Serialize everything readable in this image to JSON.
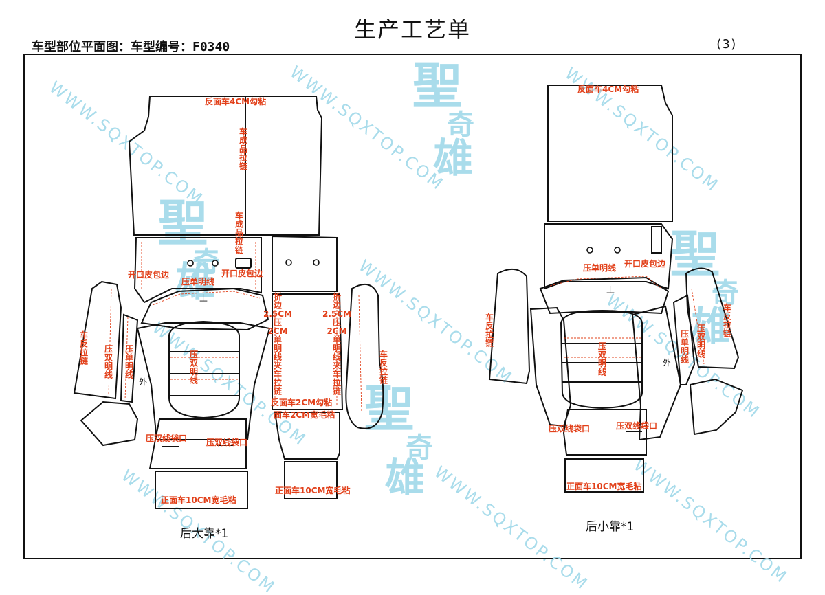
{
  "header": {
    "title": "生产工艺单",
    "subtitle": "车型部位平面图：车型编号：F0340",
    "page_number": "(3)"
  },
  "watermark": {
    "url_text": "WWW.SQXTOP.COM",
    "logo_text": [
      "聖",
      "奇",
      "雄"
    ]
  },
  "left_group": {
    "caption": "后大靠*1",
    "labels": {
      "top_panel": "反面车4CM勾粘",
      "zipper_top": "车成品拉链",
      "zipper_mid": "车成品拉链",
      "open_edge_left": "开口皮包边",
      "open_edge_right": "开口皮包边",
      "press_single_top": "压单明线",
      "up_mark": "上",
      "fold_left": "折边2.5CM压2CM单明线夹车拉链",
      "fold_right": "折边2.5CM压2CM单明线夹车拉链",
      "side_left_zip": "车反拉链",
      "side_left_double": "压双明线",
      "side_left_single": "压单明线",
      "outer_mark": "外",
      "center_double": "压双明线",
      "hook_2cm": "反面车2CM勾粘",
      "velcro_2cm": "面车2CM宽毛粘",
      "pocket_left": "压双线袋口",
      "pocket_right": "压双线袋口",
      "velcro_bottom_left": "正面车10CM宽毛粘",
      "velcro_bottom_right": "正面车10CM宽毛粘",
      "side_right_zip": "车反拉链"
    }
  },
  "right_group": {
    "caption": "后小靠*1",
    "labels": {
      "top_panel": "反面车4CM勾粘",
      "open_edge": "开口皮包边",
      "press_single": "压单明线",
      "up_mark": "上",
      "side_left_zip": "车反拉链",
      "center_double": "压双明线",
      "side_right_single": "压单明线",
      "side_right_double": "压双明线",
      "side_far_zip": "车反拉链",
      "outer_mark": "外",
      "pocket_left": "压双线袋口",
      "pocket_right": "压双线袋口",
      "velcro_bottom": "正面车10CM宽毛粘"
    }
  }
}
